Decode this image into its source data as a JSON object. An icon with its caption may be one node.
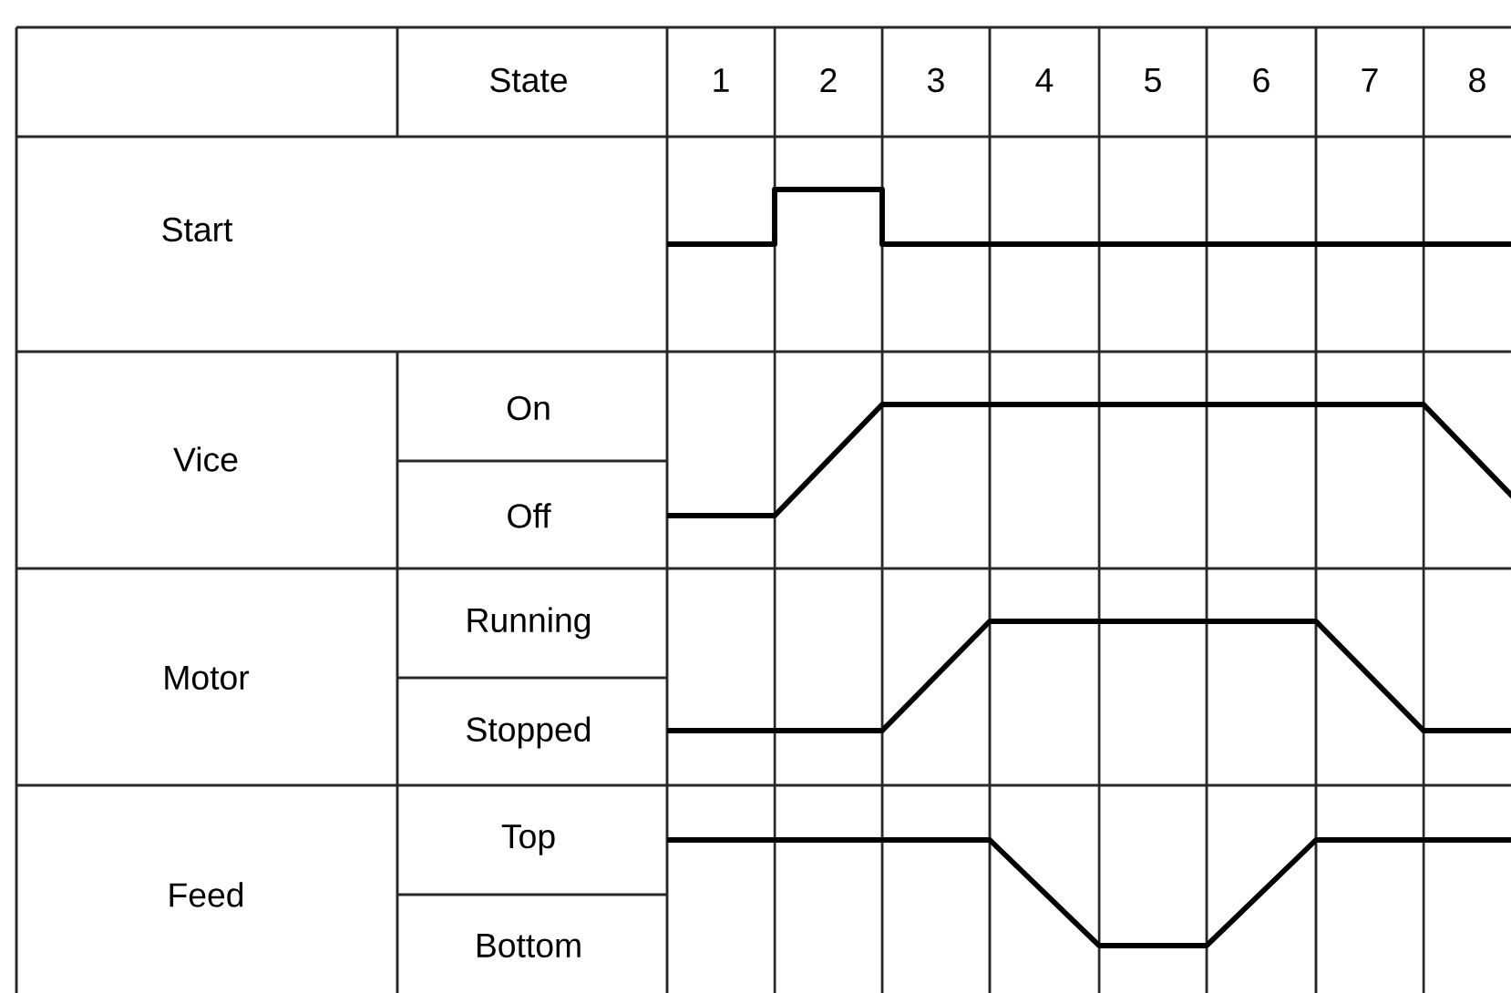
{
  "diagram": {
    "labels": [
      "State",
      "1",
      "2",
      "3",
      "4",
      "5",
      "6",
      "7",
      "8",
      "Start",
      "Vice",
      "On",
      "Off",
      "Motor",
      "Running",
      "Stopped",
      "Feed",
      "Top",
      "Bottom"
    ]
  }
}
